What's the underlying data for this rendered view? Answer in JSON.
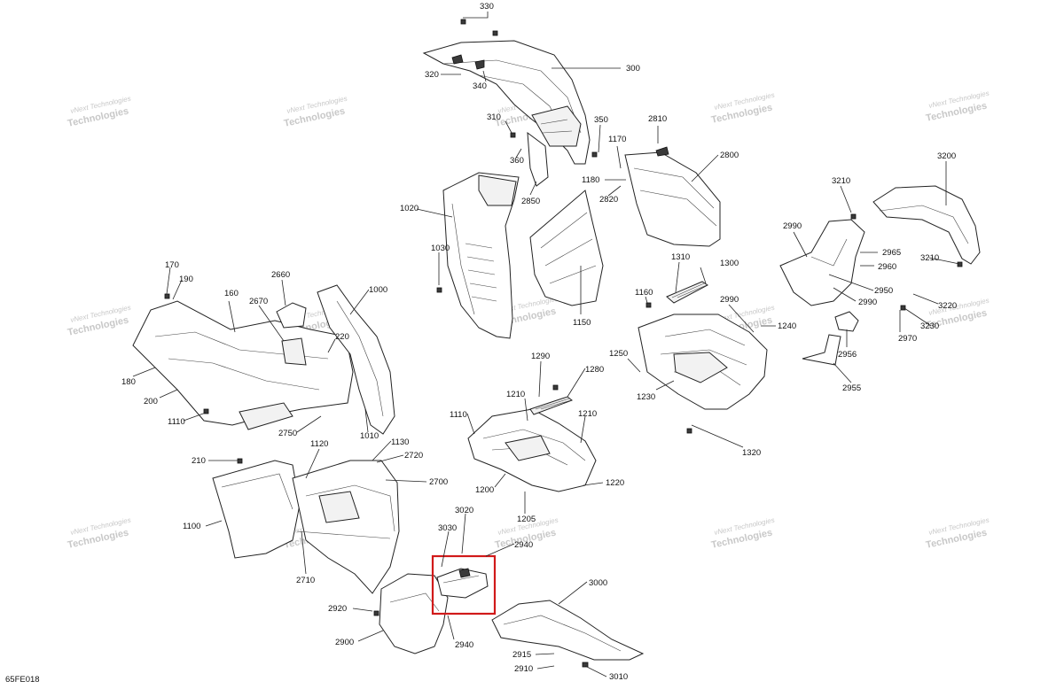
{
  "figure_code": "65FE018",
  "watermark": {
    "line1": "vNext Technologies",
    "line2": "Technologies"
  },
  "highlight_color": "#d11a1a",
  "callouts": {
    "c330": "330",
    "c320": "320",
    "c340": "340",
    "c300": "300",
    "c310": "310",
    "c350": "350",
    "c360": "360",
    "c2850": "2850",
    "c1170": "1170",
    "c1180": "1180",
    "c2820": "2820",
    "c2810": "2810",
    "c2800": "2800",
    "c1020": "1020",
    "c1030": "1030",
    "c1150": "1150",
    "c3200": "3200",
    "c3210a": "3210",
    "c3210b": "3210",
    "c2990a": "2990",
    "c2965": "2965",
    "c2960": "2960",
    "c2950": "2950",
    "c2990b": "2990",
    "c2990c": "2990",
    "c3220": "3220",
    "c3230": "3230",
    "c2970": "2970",
    "c2956": "2956",
    "c2955": "2955",
    "c1240": "1240",
    "c1310": "1310",
    "c1300": "1300",
    "c1160": "1160",
    "c1250": "1250",
    "c1230": "1230",
    "c1320": "1320",
    "c170": "170",
    "c190": "190",
    "c160": "160",
    "c2660": "2660",
    "c1000": "1000",
    "c2670": "2670",
    "c220": "220",
    "c180": "180",
    "c200": "200",
    "c1110a": "1110",
    "c2750": "2750",
    "c1010": "1010",
    "c1290": "1290",
    "c1280": "1280",
    "c1210a": "1210",
    "c1210b": "1210",
    "c1110b": "1110",
    "c1200": "1200",
    "c1220": "1220",
    "c1205": "1205",
    "c210": "210",
    "c1120": "1120",
    "c1130": "1130",
    "c2720": "2720",
    "c2700": "2700",
    "c1100": "1100",
    "c2710": "2710",
    "c3020": "3020",
    "c3030": "3030",
    "c2940a": "2940",
    "c2940b": "2940",
    "c3000": "3000",
    "c2920": "2920",
    "c2900": "2900",
    "c2915": "2915",
    "c2910": "2910",
    "c3010": "3010"
  }
}
